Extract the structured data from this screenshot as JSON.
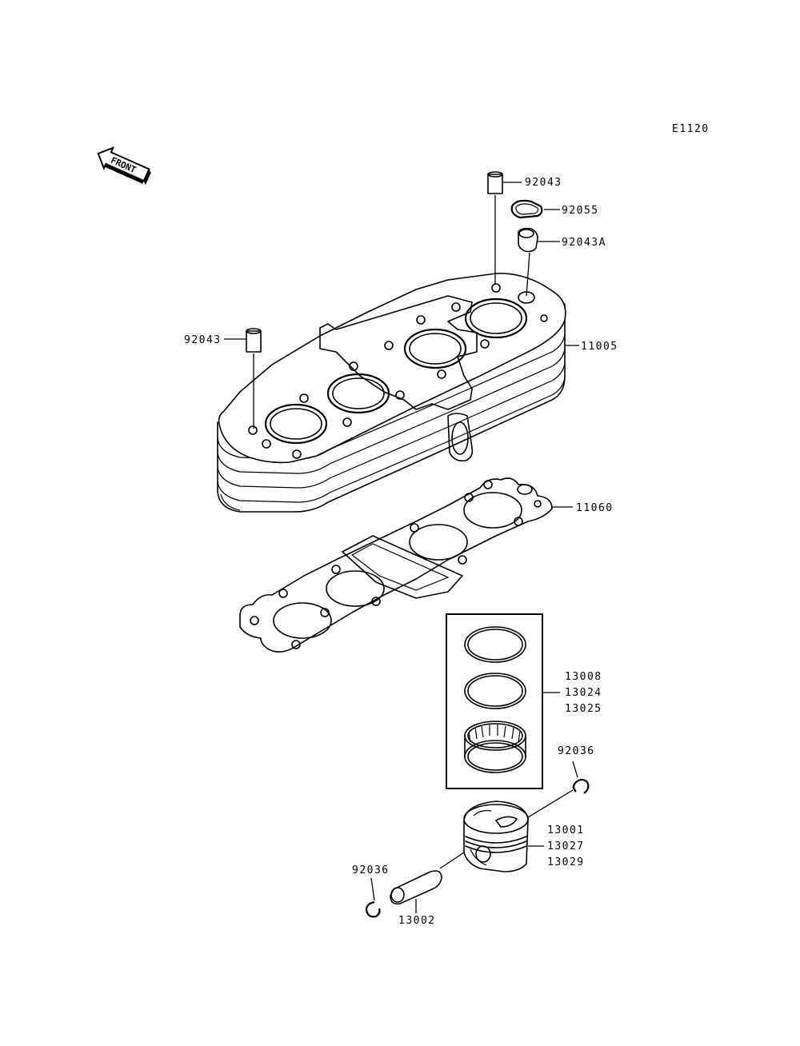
{
  "diagram_code": "E1120",
  "front_label": "FRONT",
  "parts": {
    "p_92043_top": "92043",
    "p_92055": "92055",
    "p_92043A": "92043A",
    "p_92043_left": "92043",
    "p_11005": "11005",
    "p_11060": "11060",
    "p_13008": "13008",
    "p_13024": "13024",
    "p_13025": "13025",
    "p_92036_right": "92036",
    "p_13001": "13001",
    "p_13027": "13027",
    "p_13029": "13029",
    "p_92036_left": "92036",
    "p_13002": "13002"
  }
}
